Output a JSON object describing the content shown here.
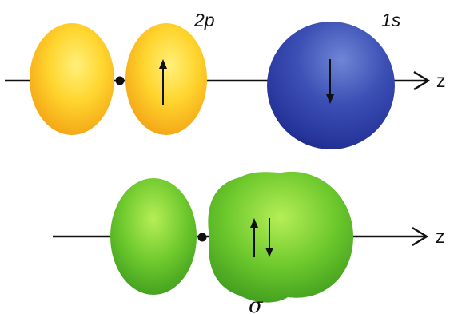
{
  "top_row": {
    "p_orbital_label": "2p",
    "s_orbital_label": "1s",
    "axis_label": "z",
    "p_lobe_color": "#f7b81e",
    "s_sphere_color": "#2f3fa6",
    "p_electron_spin": "up",
    "s_electron_spin": "down"
  },
  "bottom_row": {
    "bond_label": "σ",
    "axis_label": "z",
    "bond_color": "#4fae25",
    "electron_spins": [
      "up",
      "down"
    ]
  },
  "icons": {
    "nucleus": "filled-dot",
    "spin_up": "up-arrow",
    "spin_down": "down-arrow"
  }
}
